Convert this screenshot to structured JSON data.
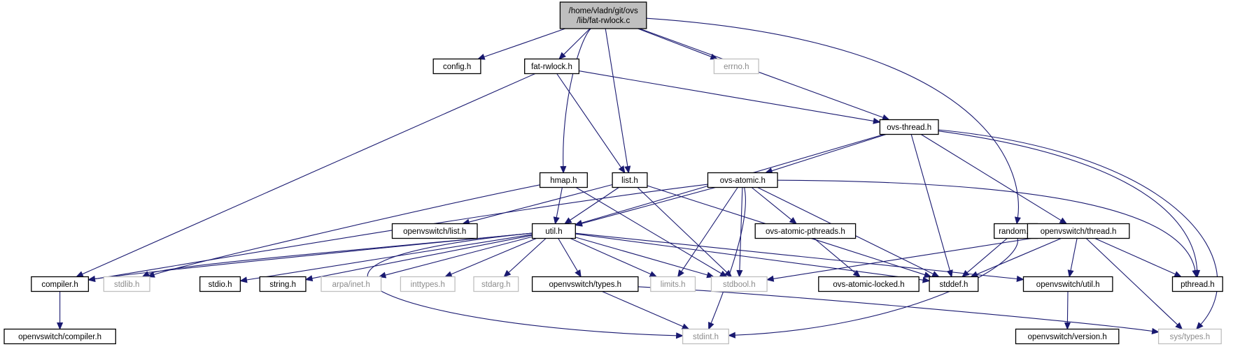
{
  "diagram": {
    "colors": {
      "edge": "#191970",
      "documented_border": "#000000",
      "external_border": "#bfbfbf",
      "external_text": "#8c8c8c",
      "root_fill": "#bfbfbf",
      "node_fill": "#ffffff"
    },
    "nodes": [
      {
        "id": "root",
        "lines": [
          "/home/vladn/git/ovs",
          "/lib/fat-rwlock.c"
        ],
        "style": "root"
      },
      {
        "id": "config",
        "lines": [
          "config.h"
        ],
        "style": "normal"
      },
      {
        "id": "fatrwlock",
        "lines": [
          "fat-rwlock.h"
        ],
        "style": "normal"
      },
      {
        "id": "errno",
        "lines": [
          "errno.h"
        ],
        "style": "external"
      },
      {
        "id": "ovsthread",
        "lines": [
          "ovs-thread.h"
        ],
        "style": "normal"
      },
      {
        "id": "hmap",
        "lines": [
          "hmap.h"
        ],
        "style": "normal"
      },
      {
        "id": "list",
        "lines": [
          "list.h"
        ],
        "style": "normal"
      },
      {
        "id": "ovsatomic",
        "lines": [
          "ovs-atomic.h"
        ],
        "style": "normal"
      },
      {
        "id": "random",
        "lines": [
          "random.h"
        ],
        "style": "normal"
      },
      {
        "id": "osthread",
        "lines": [
          "openvswitch/thread.h"
        ],
        "style": "normal"
      },
      {
        "id": "oslist",
        "lines": [
          "openvswitch/list.h"
        ],
        "style": "normal"
      },
      {
        "id": "util",
        "lines": [
          "util.h"
        ],
        "style": "normal"
      },
      {
        "id": "atomicpthreads",
        "lines": [
          "ovs-atomic-pthreads.h"
        ],
        "style": "normal"
      },
      {
        "id": "compiler",
        "lines": [
          "compiler.h"
        ],
        "style": "normal"
      },
      {
        "id": "stdlib",
        "lines": [
          "stdlib.h"
        ],
        "style": "external"
      },
      {
        "id": "stdio",
        "lines": [
          "stdio.h"
        ],
        "style": "normal"
      },
      {
        "id": "string",
        "lines": [
          "string.h"
        ],
        "style": "normal"
      },
      {
        "id": "arpainet",
        "lines": [
          "arpa/inet.h"
        ],
        "style": "external"
      },
      {
        "id": "inttypes",
        "lines": [
          "inttypes.h"
        ],
        "style": "external"
      },
      {
        "id": "stdarg",
        "lines": [
          "stdarg.h"
        ],
        "style": "external"
      },
      {
        "id": "ostypes",
        "lines": [
          "openvswitch/types.h"
        ],
        "style": "normal"
      },
      {
        "id": "limits",
        "lines": [
          "limits.h"
        ],
        "style": "external"
      },
      {
        "id": "stdbool",
        "lines": [
          "stdbool.h"
        ],
        "style": "external"
      },
      {
        "id": "atomiclocked",
        "lines": [
          "ovs-atomic-locked.h"
        ],
        "style": "normal"
      },
      {
        "id": "stddef",
        "lines": [
          "stddef.h"
        ],
        "style": "normal"
      },
      {
        "id": "osutil",
        "lines": [
          "openvswitch/util.h"
        ],
        "style": "normal"
      },
      {
        "id": "pthread",
        "lines": [
          "pthread.h"
        ],
        "style": "normal"
      },
      {
        "id": "oscompiler",
        "lines": [
          "openvswitch/compiler.h"
        ],
        "style": "normal"
      },
      {
        "id": "stdint",
        "lines": [
          "stdint.h"
        ],
        "style": "external"
      },
      {
        "id": "osversion",
        "lines": [
          "openvswitch/version.h"
        ],
        "style": "normal"
      },
      {
        "id": "systypes",
        "lines": [
          "sys/types.h"
        ],
        "style": "external"
      }
    ],
    "edges": [
      [
        "root",
        "config"
      ],
      [
        "root",
        "fatrwlock"
      ],
      [
        "root",
        "errno"
      ],
      [
        "root",
        "ovsthread"
      ],
      [
        "root",
        "hmap"
      ],
      [
        "root",
        "list"
      ],
      [
        "root",
        "random"
      ],
      [
        "fatrwlock",
        "ovsthread"
      ],
      [
        "fatrwlock",
        "list"
      ],
      [
        "fatrwlock",
        "compiler"
      ],
      [
        "ovsthread",
        "ovsatomic"
      ],
      [
        "ovsthread",
        "osthread"
      ],
      [
        "ovsthread",
        "util"
      ],
      [
        "ovsthread",
        "stddef"
      ],
      [
        "ovsthread",
        "pthread"
      ],
      [
        "ovsthread",
        "systypes"
      ],
      [
        "hmap",
        "util"
      ],
      [
        "hmap",
        "stdbool"
      ],
      [
        "hmap",
        "stdlib"
      ],
      [
        "list",
        "oslist"
      ],
      [
        "list",
        "util"
      ],
      [
        "list",
        "stdbool"
      ],
      [
        "list",
        "stddef"
      ],
      [
        "ovsatomic",
        "util"
      ],
      [
        "ovsatomic",
        "atomicpthreads"
      ],
      [
        "ovsatomic",
        "limits"
      ],
      [
        "ovsatomic",
        "stdbool"
      ],
      [
        "ovsatomic",
        "stddef"
      ],
      [
        "ovsatomic",
        "stdint"
      ],
      [
        "ovsatomic",
        "pthread"
      ],
      [
        "ovsatomic",
        "compiler"
      ],
      [
        "util",
        "compiler"
      ],
      [
        "util",
        "stdlib"
      ],
      [
        "util",
        "stdio"
      ],
      [
        "util",
        "string"
      ],
      [
        "util",
        "arpainet"
      ],
      [
        "util",
        "inttypes"
      ],
      [
        "util",
        "stdarg"
      ],
      [
        "util",
        "ostypes"
      ],
      [
        "util",
        "limits"
      ],
      [
        "util",
        "stdbool"
      ],
      [
        "util",
        "stddef"
      ],
      [
        "util",
        "osutil"
      ],
      [
        "util",
        "stdint"
      ],
      [
        "atomicpthreads",
        "atomiclocked"
      ],
      [
        "random",
        "stddef"
      ],
      [
        "random",
        "stdint"
      ],
      [
        "osthread",
        "stdbool"
      ],
      [
        "osthread",
        "stddef"
      ],
      [
        "osthread",
        "osutil"
      ],
      [
        "osthread",
        "pthread"
      ],
      [
        "osthread",
        "systypes"
      ],
      [
        "compiler",
        "oscompiler"
      ],
      [
        "ostypes",
        "stdint"
      ],
      [
        "ostypes",
        "systypes"
      ],
      [
        "osutil",
        "osversion"
      ]
    ]
  }
}
